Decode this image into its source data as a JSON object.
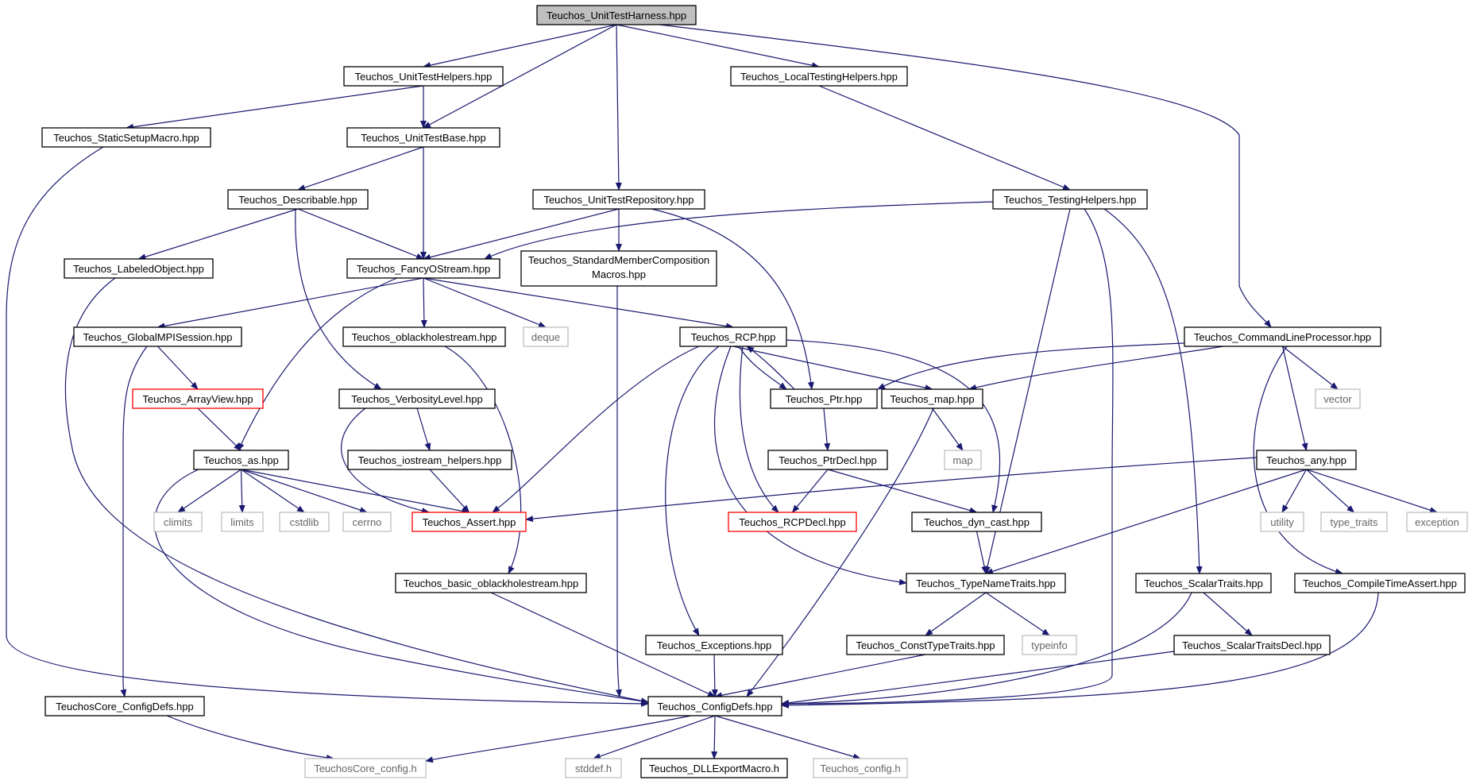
{
  "colors": {
    "edge": "#191970",
    "node_border": "#000000",
    "node_border_red": "#ff0000",
    "node_border_grey": "#bfbfbf",
    "root_fill": "#bfbfbf",
    "text": "#000000",
    "text_grey": "#666666"
  },
  "nodes": [
    {
      "id": "harness",
      "label": "Teuchos_UnitTestHarness.hpp",
      "style": "root"
    },
    {
      "id": "uthelpers",
      "label": "Teuchos_UnitTestHelpers.hpp",
      "style": "normal"
    },
    {
      "id": "localtesting",
      "label": "Teuchos_LocalTestingHelpers.hpp",
      "style": "normal"
    },
    {
      "id": "staticsetup",
      "label": "Teuchos_StaticSetupMacro.hpp",
      "style": "normal"
    },
    {
      "id": "utbase",
      "label": "Teuchos_UnitTestBase.hpp",
      "style": "normal"
    },
    {
      "id": "describable",
      "label": "Teuchos_Describable.hpp",
      "style": "normal"
    },
    {
      "id": "utrepo",
      "label": "Teuchos_UnitTestRepository.hpp",
      "style": "normal"
    },
    {
      "id": "testinghelpers",
      "label": "Teuchos_TestingHelpers.hpp",
      "style": "normal"
    },
    {
      "id": "labeled",
      "label": "Teuchos_LabeledObject.hpp",
      "style": "normal"
    },
    {
      "id": "fancy",
      "label": "Teuchos_FancyOStream.hpp",
      "style": "normal"
    },
    {
      "id": "stdmember",
      "label": "Teuchos_StandardMemberComposition",
      "label2": "Macros.hpp",
      "style": "normal"
    },
    {
      "id": "globalmpi",
      "label": "Teuchos_GlobalMPISession.hpp",
      "style": "normal"
    },
    {
      "id": "oblackhole",
      "label": "Teuchos_oblackholestream.hpp",
      "style": "normal"
    },
    {
      "id": "deque",
      "label": "deque",
      "style": "grey"
    },
    {
      "id": "rcp",
      "label": "Teuchos_RCP.hpp",
      "style": "normal"
    },
    {
      "id": "cmdline",
      "label": "Teuchos_CommandLineProcessor.hpp",
      "style": "normal"
    },
    {
      "id": "arrayview",
      "label": "Teuchos_ArrayView.hpp",
      "style": "red"
    },
    {
      "id": "verbosity",
      "label": "Teuchos_VerbosityLevel.hpp",
      "style": "normal"
    },
    {
      "id": "ptr",
      "label": "Teuchos_Ptr.hpp",
      "style": "normal"
    },
    {
      "id": "map",
      "label": "Teuchos_map.hpp",
      "style": "normal"
    },
    {
      "id": "vector",
      "label": "vector",
      "style": "grey"
    },
    {
      "id": "as",
      "label": "Teuchos_as.hpp",
      "style": "normal"
    },
    {
      "id": "iostream",
      "label": "Teuchos_iostream_helpers.hpp",
      "style": "normal"
    },
    {
      "id": "ptrdecl",
      "label": "Teuchos_PtrDecl.hpp",
      "style": "normal"
    },
    {
      "id": "stdmap",
      "label": "map",
      "style": "grey"
    },
    {
      "id": "any",
      "label": "Teuchos_any.hpp",
      "style": "normal"
    },
    {
      "id": "climits",
      "label": "climits",
      "style": "grey"
    },
    {
      "id": "limits",
      "label": "limits",
      "style": "grey"
    },
    {
      "id": "cstdlib",
      "label": "cstdlib",
      "style": "grey"
    },
    {
      "id": "cerrno",
      "label": "cerrno",
      "style": "grey"
    },
    {
      "id": "assert",
      "label": "Teuchos_Assert.hpp",
      "style": "red"
    },
    {
      "id": "rcpdecl",
      "label": "Teuchos_RCPDecl.hpp",
      "style": "red"
    },
    {
      "id": "dyncast",
      "label": "Teuchos_dyn_cast.hpp",
      "style": "normal"
    },
    {
      "id": "utility",
      "label": "utility",
      "style": "grey"
    },
    {
      "id": "typetraits",
      "label": "type_traits",
      "style": "grey"
    },
    {
      "id": "exception",
      "label": "exception",
      "style": "grey"
    },
    {
      "id": "basicob",
      "label": "Teuchos_basic_oblackholestream.hpp",
      "style": "normal"
    },
    {
      "id": "typename",
      "label": "Teuchos_TypeNameTraits.hpp",
      "style": "normal"
    },
    {
      "id": "scalar",
      "label": "Teuchos_ScalarTraits.hpp",
      "style": "normal"
    },
    {
      "id": "compiletime",
      "label": "Teuchos_CompileTimeAssert.hpp",
      "style": "normal"
    },
    {
      "id": "exceptions",
      "label": "Teuchos_Exceptions.hpp",
      "style": "normal"
    },
    {
      "id": "consttype",
      "label": "Teuchos_ConstTypeTraits.hpp",
      "style": "normal"
    },
    {
      "id": "typeinfo",
      "label": "typeinfo",
      "style": "grey"
    },
    {
      "id": "scalardecl",
      "label": "Teuchos_ScalarTraitsDecl.hpp",
      "style": "normal"
    },
    {
      "id": "coreconfigdefs",
      "label": "TeuchosCore_ConfigDefs.hpp",
      "style": "normal"
    },
    {
      "id": "configdefs",
      "label": "Teuchos_ConfigDefs.hpp",
      "style": "normal"
    },
    {
      "id": "coreconfig",
      "label": "TeuchosCore_config.h",
      "style": "grey"
    },
    {
      "id": "stddef",
      "label": "stddef.h",
      "style": "grey"
    },
    {
      "id": "dllexport",
      "label": "Teuchos_DLLExportMacro.h",
      "style": "normal"
    },
    {
      "id": "config",
      "label": "Teuchos_config.h",
      "style": "grey"
    }
  ],
  "edges": [
    [
      "harness",
      "uthelpers"
    ],
    [
      "harness",
      "utbase"
    ],
    [
      "harness",
      "localtesting"
    ],
    [
      "harness",
      "utrepo"
    ],
    [
      "harness",
      "cmdline"
    ],
    [
      "uthelpers",
      "staticsetup"
    ],
    [
      "uthelpers",
      "utbase"
    ],
    [
      "localtesting",
      "testinghelpers"
    ],
    [
      "staticsetup",
      "configdefs"
    ],
    [
      "utbase",
      "describable"
    ],
    [
      "utbase",
      "fancy"
    ],
    [
      "describable",
      "labeled"
    ],
    [
      "describable",
      "fancy"
    ],
    [
      "describable",
      "verbosity"
    ],
    [
      "utrepo",
      "fancy"
    ],
    [
      "utrepo",
      "stdmember"
    ],
    [
      "utrepo",
      "ptr"
    ],
    [
      "testinghelpers",
      "fancy"
    ],
    [
      "testinghelpers",
      "typename"
    ],
    [
      "testinghelpers",
      "configdefs"
    ],
    [
      "testinghelpers",
      "scalar"
    ],
    [
      "labeled",
      "configdefs"
    ],
    [
      "stdmember",
      "configdefs"
    ],
    [
      "fancy",
      "globalmpi"
    ],
    [
      "fancy",
      "oblackhole"
    ],
    [
      "fancy",
      "deque"
    ],
    [
      "fancy",
      "rcp"
    ],
    [
      "fancy",
      "as"
    ],
    [
      "globalmpi",
      "arrayview"
    ],
    [
      "globalmpi",
      "coreconfigdefs"
    ],
    [
      "arrayview",
      "as"
    ],
    [
      "oblackhole",
      "basicob"
    ],
    [
      "rcp",
      "ptr"
    ],
    [
      "rcp",
      "map"
    ],
    [
      "rcp",
      "assert"
    ],
    [
      "rcp",
      "rcpdecl"
    ],
    [
      "rcp",
      "dyncast"
    ],
    [
      "rcp",
      "typename"
    ],
    [
      "rcp",
      "exceptions"
    ],
    [
      "ptr",
      "rcp"
    ],
    [
      "ptr",
      "ptrdecl"
    ],
    [
      "cmdline",
      "ptr"
    ],
    [
      "cmdline",
      "map"
    ],
    [
      "cmdline",
      "vector"
    ],
    [
      "cmdline",
      "any"
    ],
    [
      "cmdline",
      "compiletime"
    ],
    [
      "verbosity",
      "iostream"
    ],
    [
      "verbosity",
      "assert"
    ],
    [
      "iostream",
      "assert"
    ],
    [
      "map",
      "stdmap"
    ],
    [
      "map",
      "configdefs"
    ],
    [
      "ptrdecl",
      "rcpdecl"
    ],
    [
      "ptrdecl",
      "dyncast"
    ],
    [
      "any",
      "assert"
    ],
    [
      "any",
      "typename"
    ],
    [
      "any",
      "utility"
    ],
    [
      "any",
      "typetraits"
    ],
    [
      "any",
      "exception"
    ],
    [
      "as",
      "climits"
    ],
    [
      "as",
      "limits"
    ],
    [
      "as",
      "cstdlib"
    ],
    [
      "as",
      "cerrno"
    ],
    [
      "as",
      "assert"
    ],
    [
      "as",
      "configdefs"
    ],
    [
      "dyncast",
      "typename"
    ],
    [
      "basicob",
      "configdefs"
    ],
    [
      "typename",
      "consttype"
    ],
    [
      "typename",
      "typeinfo"
    ],
    [
      "scalar",
      "configdefs"
    ],
    [
      "scalar",
      "scalardecl"
    ],
    [
      "compiletime",
      "configdefs"
    ],
    [
      "exceptions",
      "configdefs"
    ],
    [
      "consttype",
      "configdefs"
    ],
    [
      "scalardecl",
      "configdefs"
    ],
    [
      "coreconfigdefs",
      "coreconfig"
    ],
    [
      "configdefs",
      "coreconfig"
    ],
    [
      "configdefs",
      "stddef"
    ],
    [
      "configdefs",
      "dllexport"
    ],
    [
      "configdefs",
      "config"
    ]
  ]
}
